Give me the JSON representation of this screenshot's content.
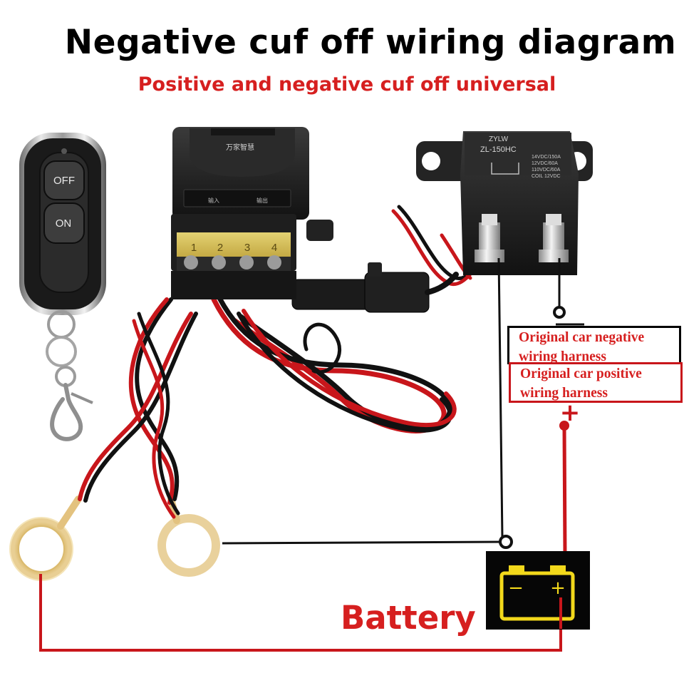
{
  "title": "Negative cuf off wiring diagram",
  "subtitle": "Positive and negative cuf off universal",
  "labels": {
    "negative_harness": [
      "Original car negative",
      "wiring harness"
    ],
    "positive_harness": [
      "Original car positive",
      "wiring harness"
    ],
    "battery": "Battery"
  },
  "remote": {
    "off_label": "OFF",
    "on_label": "ON"
  },
  "receiver": {
    "brand_text": "万家智慧",
    "terminals": [
      "1",
      "2",
      "3",
      "4"
    ],
    "terminal_captions": [
      "输入",
      "输出"
    ]
  },
  "relay": {
    "brand": "ZYLW",
    "model": "ZL-150HC",
    "ratings": [
      "14VDC/150A",
      "12VDC/60A",
      "110VDC/60A"
    ],
    "coil": "COIL 12VDC"
  },
  "battery_symbol": {
    "minus": "−",
    "plus": "+"
  },
  "polarity_marks": {
    "negative": "−",
    "positive": "+"
  },
  "colors": {
    "title": "#000000",
    "accent_red": "#d61f1f",
    "wire_red": "#c8161b",
    "wire_black": "#111111",
    "battery_yellow": "#f2d81b",
    "fuse_yellow": "#e7d255"
  },
  "icons": [
    "key-fob-remote-icon",
    "receiver-module-icon",
    "relay-icon",
    "battery-icon",
    "ring-terminal-icon"
  ]
}
